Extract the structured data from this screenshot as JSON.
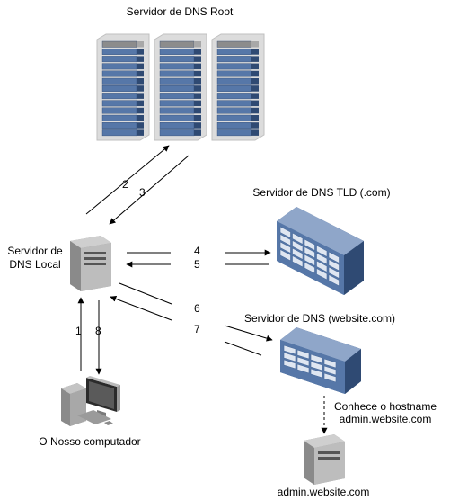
{
  "nodes": {
    "root": {
      "label": "Servidor de DNS Root"
    },
    "tld": {
      "label": "Servidor de DNS TLD (.com)"
    },
    "local": {
      "label_line1": "Servidor de",
      "label_line2": "DNS Local"
    },
    "authoritative": {
      "label": "Servidor de DNS (website.com)"
    },
    "computer": {
      "label": "O Nosso computador"
    },
    "host": {
      "label": "admin.website.com"
    }
  },
  "note": {
    "line1": "Conhece o hostname",
    "line2": "admin.website.com"
  },
  "steps": [
    "1",
    "2",
    "3",
    "4",
    "5",
    "6",
    "7",
    "8"
  ],
  "colors": {
    "server_blue": "#4a6b9a",
    "server_dark": "#2f4a73",
    "server_light": "#8fa6c9",
    "rack_gray": "#d9d9d9",
    "pc_gray": "#9a9a9a"
  }
}
